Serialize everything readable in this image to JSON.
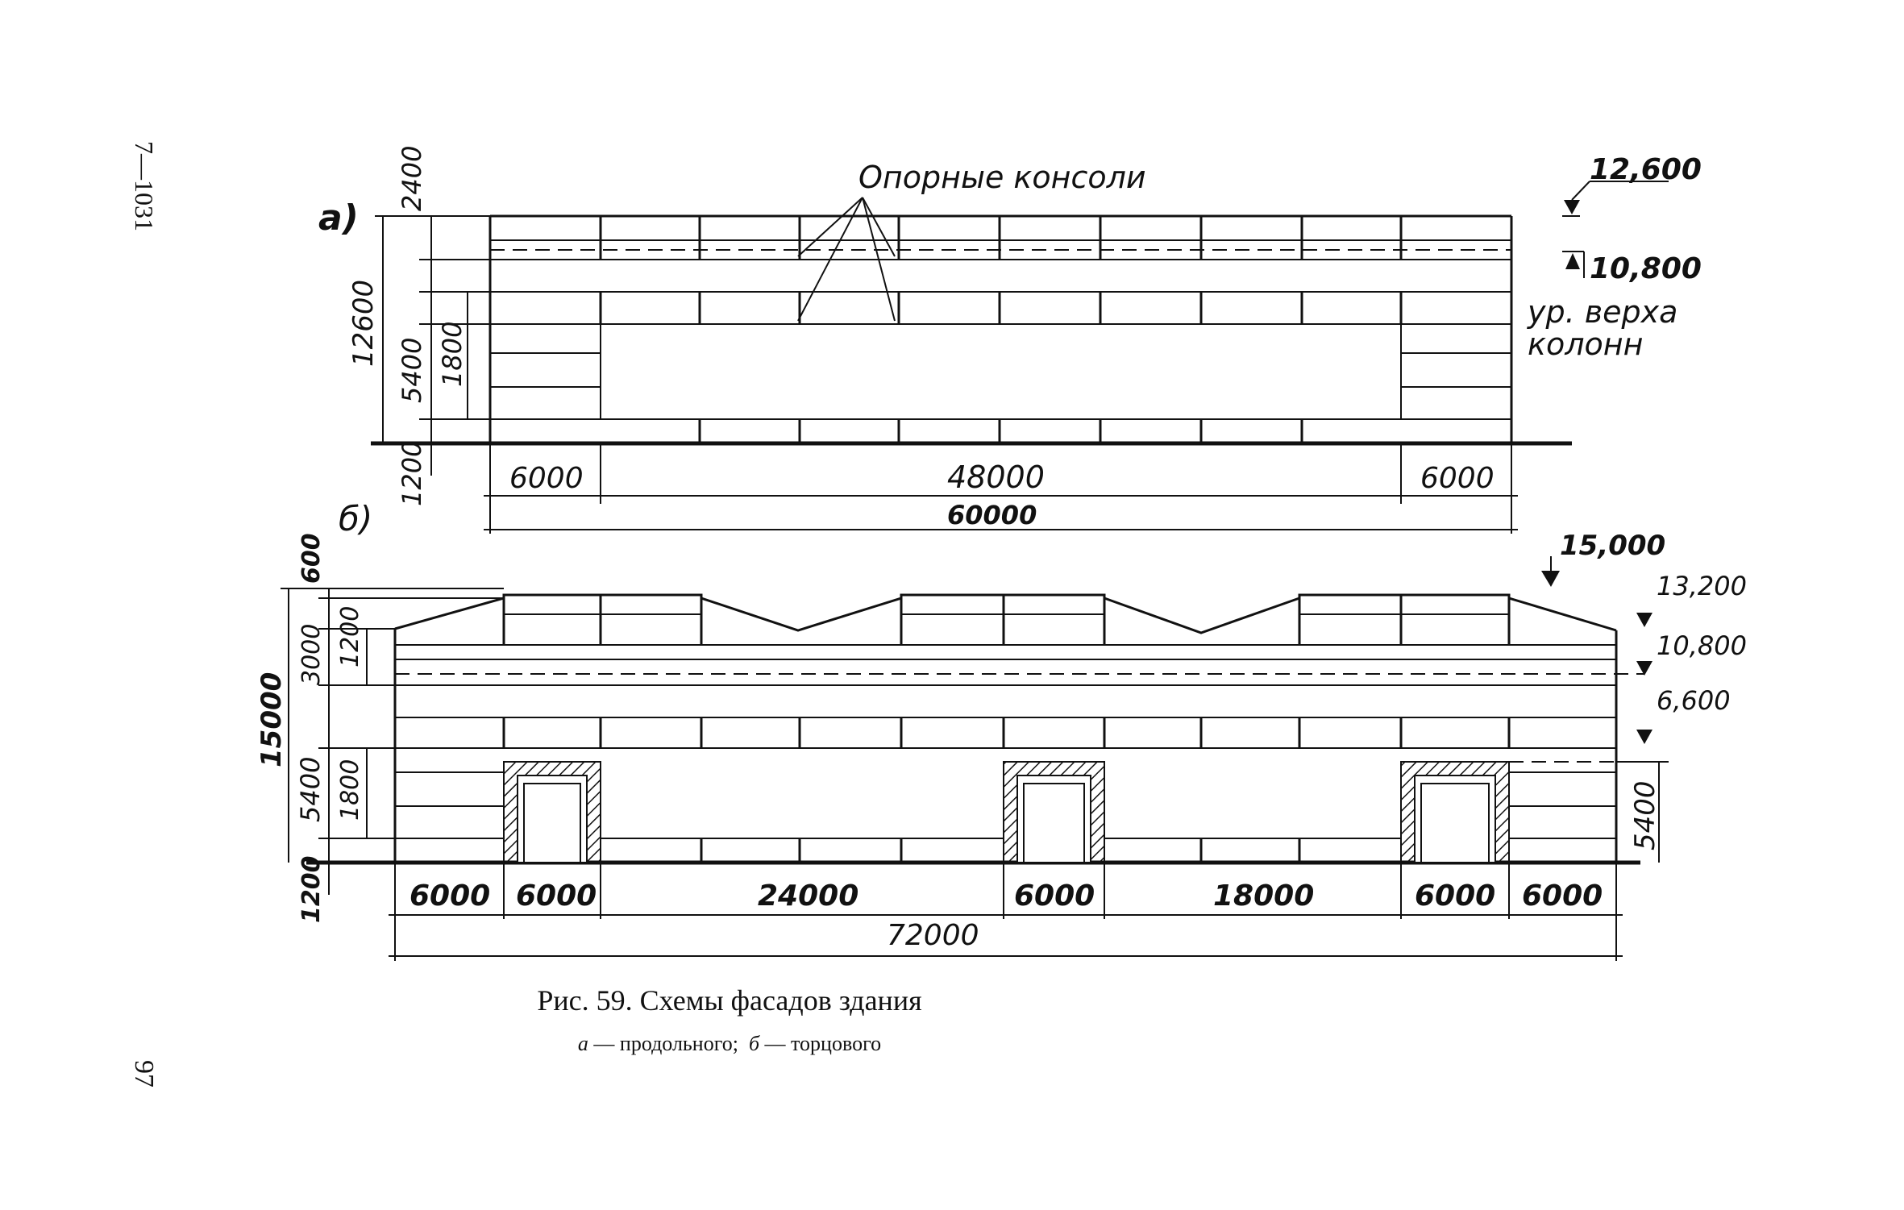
{
  "margin": {
    "series_code": "7—1031",
    "page_number": "97"
  },
  "figure": {
    "title": "Рис. 59. Схемы фасадов здания",
    "subtitle_a_letter": "а",
    "subtitle_a_text": " — продольного;  ",
    "subtitle_b_letter": "б",
    "subtitle_b_text": " — торцового"
  },
  "facade_a": {
    "label": "а)",
    "annotation": "Опорные консоли",
    "levels": {
      "top": "12,600",
      "crane": "10,800",
      "column_top_line1": "ур. верха",
      "column_top_line2": "колонн"
    },
    "vertical_dims": {
      "total": "12600",
      "top": "2400",
      "band": "1800",
      "window": "5400",
      "base": "1200"
    },
    "horizontal_dims": {
      "left": "6000",
      "middle": "48000",
      "right": "6000",
      "total": "60000"
    }
  },
  "facade_b": {
    "label": "б)",
    "levels": {
      "ridge": "15,000",
      "eave": "13,200",
      "crane": "10,800",
      "mid": "6,600"
    },
    "vertical_dims": {
      "total": "15000",
      "parapet": "600",
      "lantern": "3000",
      "top_band": "1200",
      "band": "1800",
      "window": "5400",
      "base": "1200",
      "right_window": "5400"
    },
    "horizontal_dims": {
      "s1": "6000",
      "s2": "6000",
      "s3": "24000",
      "s4": "6000",
      "s5": "18000",
      "s6": "6000",
      "s7": "6000",
      "total": "72000"
    }
  }
}
